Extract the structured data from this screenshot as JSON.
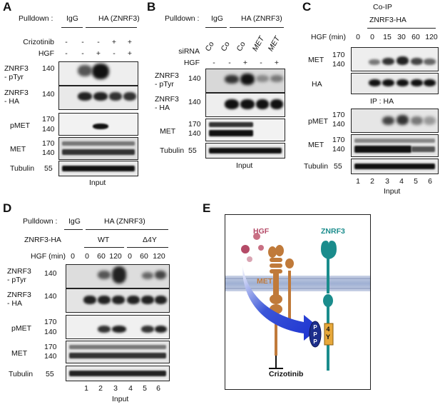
{
  "panels": {
    "A": {
      "letter": "A",
      "pulldown_label": "Pulldown :",
      "igg": "IgG",
      "ha": "HA (ZNRF3)",
      "crizotinib_label": "Crizotinib",
      "hgf_label": "HGF",
      "crizotinib_vals": [
        "-",
        "-",
        "-",
        "+",
        "+"
      ],
      "hgf_vals": [
        "-",
        "-",
        "+",
        "-",
        "+"
      ],
      "rows": {
        "znrf3_ptyr": "ZNRF3\n- pTyr",
        "znrf3_ha": "ZNRF3\n- HA",
        "pmet": "pMET",
        "met": "MET",
        "tubulin": "Tubulin"
      },
      "mw": {
        "m140": "140",
        "m170": "170",
        "m55": "55"
      },
      "input": "Input"
    },
    "B": {
      "letter": "B",
      "pulldown_label": "Pulldown :",
      "igg": "IgG",
      "ha": "HA (ZNRF3)",
      "sirna_label": "siRNA",
      "hgf_label": "HGF",
      "sirna_vals": [
        "Co",
        "Co",
        "Co",
        "MET",
        "MET"
      ],
      "hgf_vals": [
        "-",
        "-",
        "+",
        "-",
        "+"
      ],
      "rows": {
        "znrf3_ptyr": "ZNRF3\n- pTyr",
        "znrf3_ha": "ZNRF3\n- HA",
        "met": "MET",
        "tubulin": "Tubulin"
      },
      "mw": {
        "m140": "140",
        "m170": "170",
        "m55": "55"
      },
      "input": "Input"
    },
    "C": {
      "letter": "C",
      "coip": "Co-IP",
      "znrf3_ha": "ZNRF3-HA",
      "hgf_label": "HGF (min)",
      "hgf_vals": [
        "0",
        "0",
        "15",
        "30",
        "60",
        "120"
      ],
      "rows": {
        "met": "MET",
        "ha": "HA",
        "pmet": "pMET",
        "met2": "MET",
        "tubulin": "Tubulin"
      },
      "ip": "IP : HA",
      "mw": {
        "m140": "140",
        "m170": "170",
        "m55": "55"
      },
      "lanes": [
        "1",
        "2",
        "3",
        "4",
        "5",
        "6"
      ],
      "input": "Input"
    },
    "D": {
      "letter": "D",
      "pulldown_label": "Pulldown :",
      "igg": "IgG",
      "ha": "HA (ZNRF3)",
      "znrf3_ha_label": "ZNRF3-HA",
      "wt": "WT",
      "d4y": "Δ4Y",
      "hgf_label": "HGF (min)",
      "hgf_vals": [
        "0",
        "0",
        "60",
        "120",
        "0",
        "60",
        "120"
      ],
      "rows": {
        "znrf3_ptyr": "ZNRF3\n- pTyr",
        "znrf3_ha": "ZNRF3\n- HA",
        "pmet": "pMET",
        "met": "MET",
        "tubulin": "Tubulin"
      },
      "mw": {
        "m140": "140",
        "m170": "170",
        "m55": "55"
      },
      "lanes": [
        "1",
        "2",
        "3",
        "4",
        "5",
        "6"
      ],
      "input": "Input"
    },
    "E": {
      "letter": "E",
      "hgf": "HGF",
      "znrf3": "ZNRF3",
      "met": "MET",
      "crizotinib": "Crizotinib",
      "p": "P",
      "four": "4",
      "y": "Y"
    }
  }
}
